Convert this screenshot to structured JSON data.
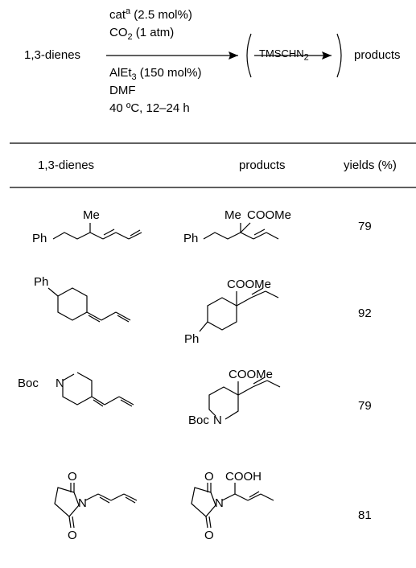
{
  "scheme": {
    "reactant": "1,3-dienes",
    "product": "products",
    "cond_cat_main": "cat",
    "cond_cat_sup": "a",
    "cond_cat_rest": " (2.5 mol%)",
    "cond_co2_main": "CO",
    "cond_co2_sub": "2",
    "cond_co2_rest": " (1 atm)",
    "cond_al_main": "AlEt",
    "cond_al_sub": "3",
    "cond_al_rest": " (150 mol%)",
    "cond_solvent": "DMF",
    "cond_temp": "40 ºC, 12–24 h",
    "reagent2_main": "TMSCHN",
    "reagent2_sub": "2"
  },
  "table": {
    "headers": [
      "1,3-dienes",
      "products",
      "yields (%)"
    ],
    "rows": [
      {
        "yield": "79",
        "diene_labels": {
          "a": "Ph",
          "b": "Me"
        },
        "product_labels": {
          "a": "Ph",
          "b": "Me",
          "c": "COOMe"
        }
      },
      {
        "yield": "92",
        "diene_labels": {
          "a": "Ph"
        },
        "product_labels": {
          "a": "Ph",
          "c": "COOMe"
        }
      },
      {
        "yield": "79",
        "diene_labels": {
          "a": "Boc",
          "b": "N"
        },
        "product_labels": {
          "a": "Boc",
          "b": "N",
          "c": "COOMe"
        }
      },
      {
        "yield": "81",
        "diene_labels": {
          "a": "O",
          "b": "N",
          "c": "O"
        },
        "product_labels": {
          "a": "O",
          "b": "N",
          "c": "O",
          "d": "COOH"
        }
      }
    ]
  }
}
